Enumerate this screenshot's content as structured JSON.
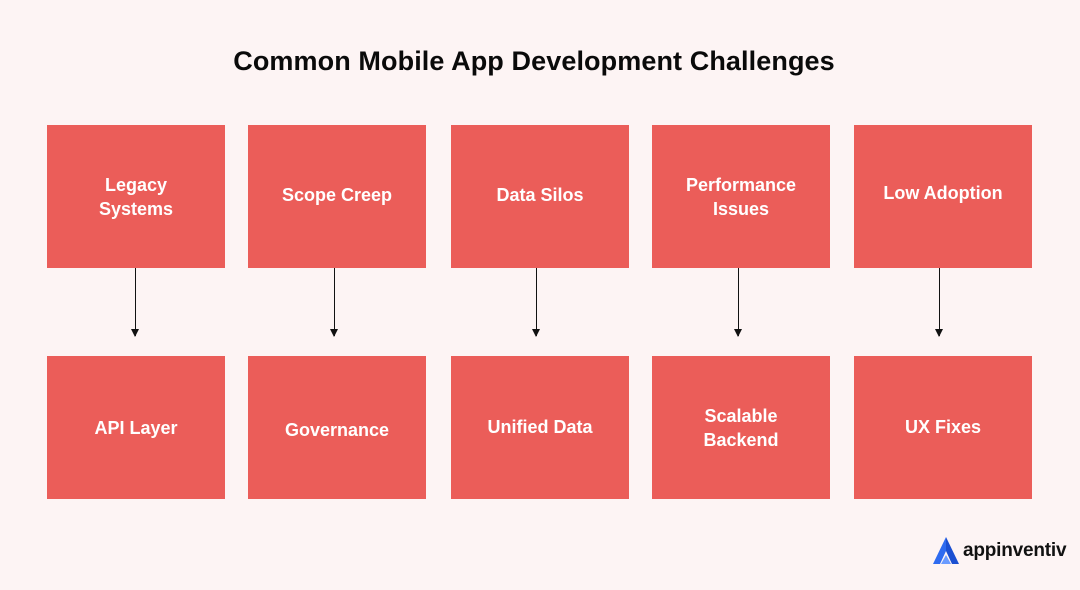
{
  "title": "Common Mobile App Development Challenges",
  "challenges": [
    {
      "label": "Legacy Systems"
    },
    {
      "label": "Scope Creep"
    },
    {
      "label": "Data Silos"
    },
    {
      "label": "Performance Issues"
    },
    {
      "label": "Low Adoption"
    }
  ],
  "solutions": [
    {
      "label": "API Layer"
    },
    {
      "label": "Governance"
    },
    {
      "label": "Unified Data"
    },
    {
      "label": "Scalable Backend"
    },
    {
      "label": "UX Fixes"
    }
  ],
  "brand": {
    "name": "appinventiv",
    "icon": "appinventiv-logo-icon"
  },
  "colors": {
    "background": "#fdf4f4",
    "box": "#eb5d59",
    "box_text": "#ffffff",
    "arrow": "#111111",
    "logo_accent": "#2e6bf0"
  }
}
